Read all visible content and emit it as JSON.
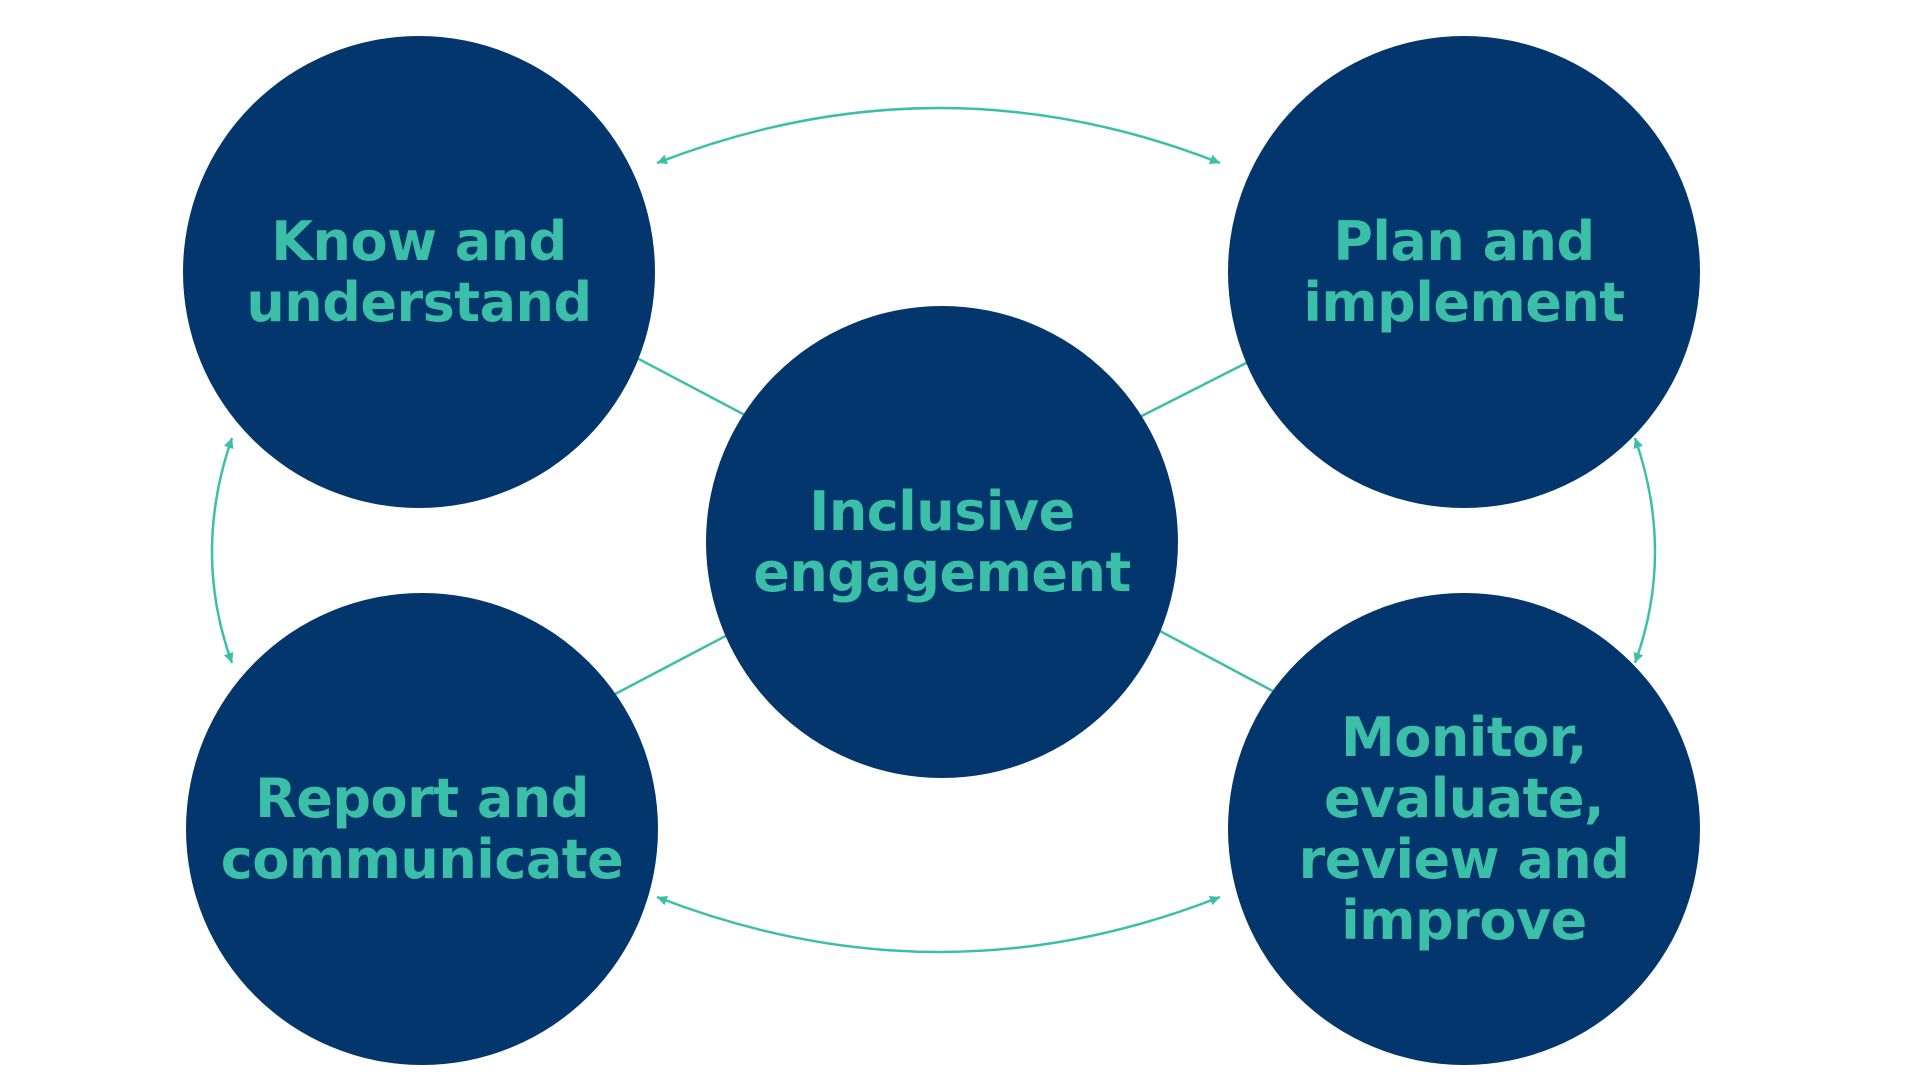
{
  "colors": {
    "background": "#ffffff",
    "circle_fill": "#03366c",
    "label_text": "#3cbfa8",
    "connector": "#3cbfa8"
  },
  "nodes": {
    "know": {
      "line1": "Know and",
      "line2": "understand"
    },
    "plan": {
      "line1": "Plan and",
      "line2": "implement"
    },
    "center": {
      "line1": "Inclusive",
      "line2": "engagement"
    },
    "report": {
      "line1": "Report and",
      "line2": "communicate"
    },
    "monitor": {
      "line1": "Monitor,",
      "line2": "evaluate,",
      "line3": "review and",
      "line4": "improve"
    }
  },
  "connectors": [
    {
      "from": "know",
      "to": "plan",
      "style": "curved",
      "direction": "both"
    },
    {
      "from": "report",
      "to": "monitor",
      "style": "curved",
      "direction": "both"
    },
    {
      "from": "know",
      "to": "report",
      "style": "curved",
      "direction": "both"
    },
    {
      "from": "plan",
      "to": "monitor",
      "style": "curved",
      "direction": "both"
    },
    {
      "from": "center",
      "to": "know",
      "style": "straight",
      "direction": "both"
    },
    {
      "from": "center",
      "to": "plan",
      "style": "straight",
      "direction": "both"
    },
    {
      "from": "center",
      "to": "report",
      "style": "straight",
      "direction": "both"
    },
    {
      "from": "center",
      "to": "monitor",
      "style": "straight",
      "direction": "both"
    }
  ]
}
